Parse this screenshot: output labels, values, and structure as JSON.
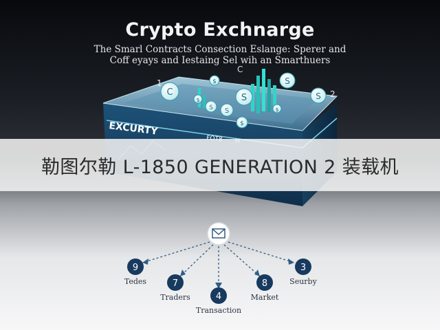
{
  "header": {
    "title": "Crypto Exchnarge",
    "subtitle_line1": "The Smarl Contracts Consection Eslange: Sperer and",
    "subtitle_line2": "Coff eyays and Iestaing Sel wih an Smarthuers",
    "stray_c": "C"
  },
  "box": {
    "front_label": "EXCURTY",
    "lower_label": "FOT8",
    "lower_label_2": "H",
    "corner_left": "1",
    "corner_right": "2",
    "coins": [
      "C",
      "S",
      "S",
      "S",
      "$",
      "S",
      "S",
      "$",
      "$",
      "$"
    ]
  },
  "banner": {
    "text": "勒图尔勒 L-1850 GENERATION 2 装载机"
  },
  "network": {
    "hub_icon": "envelope-icon",
    "nodes": [
      {
        "number": "9",
        "label": "Tedes"
      },
      {
        "number": "7",
        "label": "Traders"
      },
      {
        "number": "4",
        "label": "Transaction"
      },
      {
        "number": "8",
        "label": "Market"
      },
      {
        "number": "3",
        "label": "Seurby"
      }
    ]
  },
  "colors": {
    "node_fill": "#173a5e",
    "box_teal": "#2b7fa0",
    "coin_teal": "#2fd6c8",
    "banner_bg": "#f4f4f4"
  }
}
